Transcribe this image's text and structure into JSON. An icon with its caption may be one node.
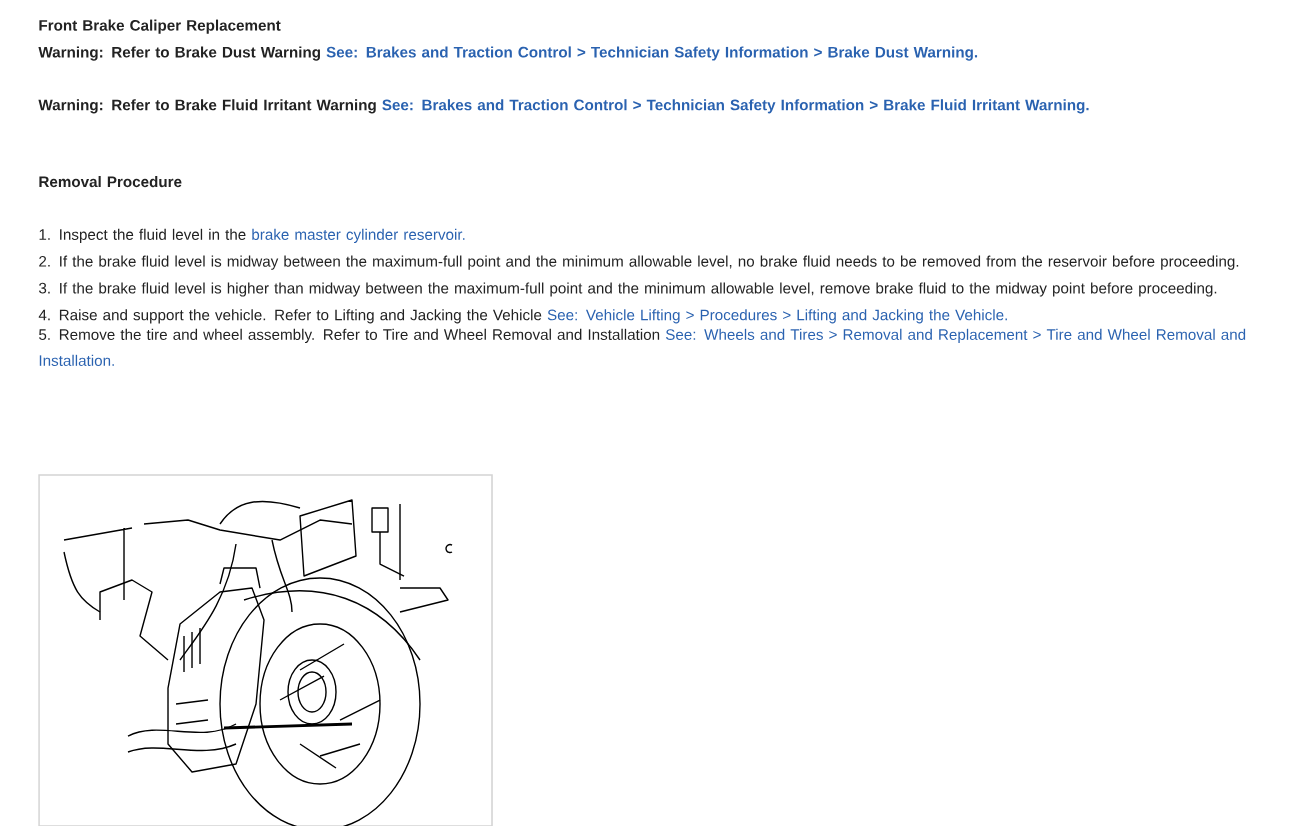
{
  "diagram": {
    "title": "Front Brake Caliper Replacement",
    "labels": [
      "Warning: Refer to Brake Dust Warning",
      "See: Brakes and Traction Control > Technician Safety Information > Brake Dust Warning.",
      "Warning: Refer to Brake Fluid Irritant Warning",
      "See: Brakes and Traction Control > Technician Safety Information > Brake Fluid Irritant Warning.",
      "Removal Procedure",
      "1. Inspect the fluid level in the",
      "brake master cylinder reservoir.",
      "2. If the brake fluid level is midway between the maximum-full point and the minimum allowable level, no brake fluid needs to be removed from the reservoir before proceeding.",
      "3. If the brake fluid level is higher than midway between the maximum-full point and the minimum allowable level, remove brake fluid to the midway point before proceeding.",
      "4. Raise and support the vehicle. Refer to Lifting and Jacking the Vehicle",
      "See: Vehicle Lifting > Procedures > Lifting and Jacking the Vehicle.",
      "5. Remove the tire and wheel assembly. Refer to Tire and Wheel Removal and Installation",
      "See: Wheels and Tires > Removal and Replacement > Tire and Wheel Removal and Installation."
    ]
  }
}
